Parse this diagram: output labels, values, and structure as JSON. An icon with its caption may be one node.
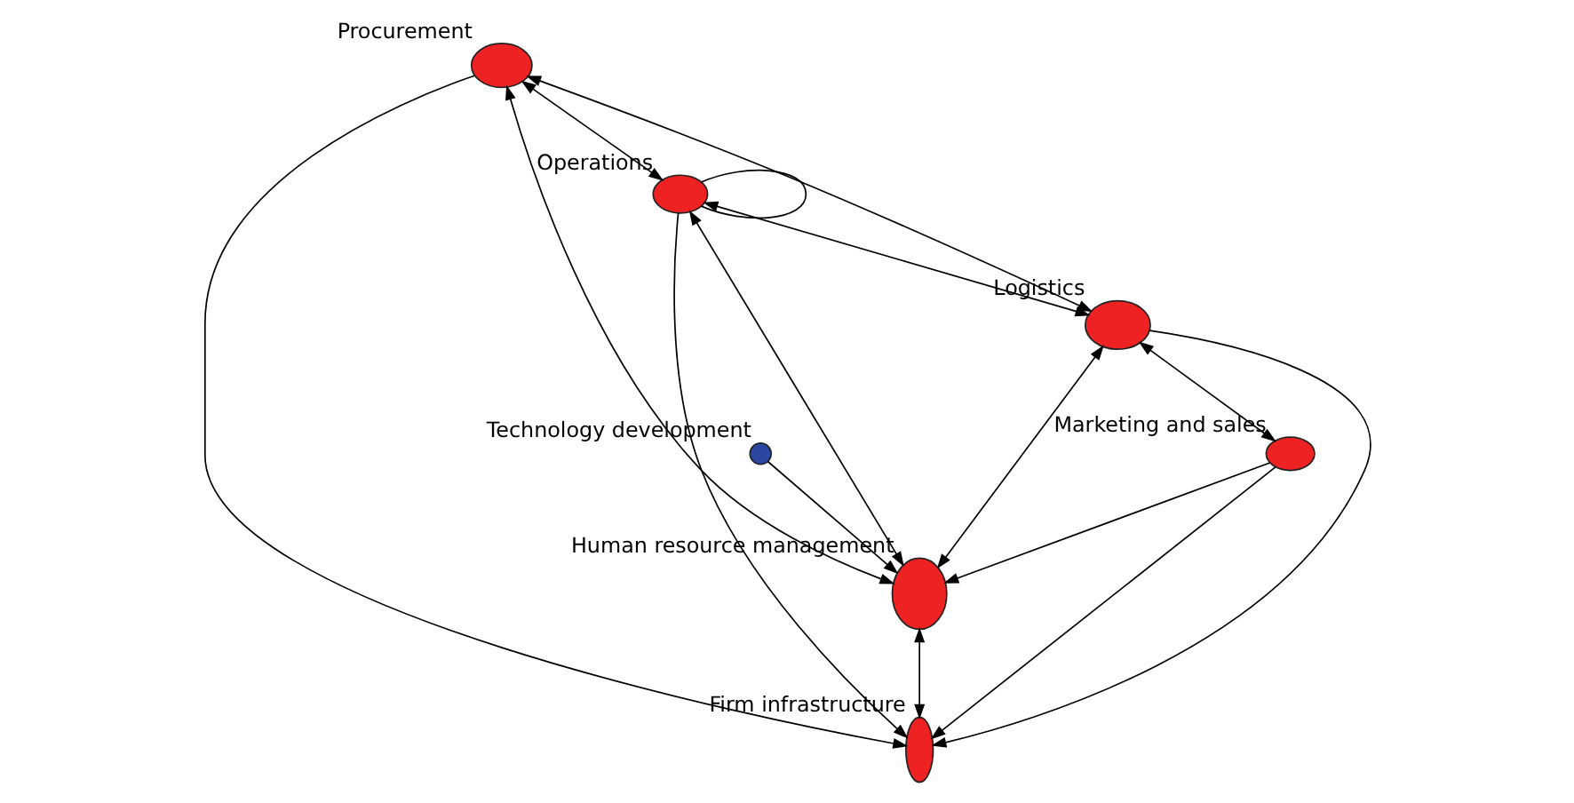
{
  "diagram": {
    "nodes": [
      {
        "text": [
          "Procurement"
        ]
      },
      {
        "text": [
          "Technology development"
        ]
      },
      {
        "text": [
          "Operations"
        ]
      },
      {
        "text": [
          "Human resource management"
        ]
      },
      {
        "text": [
          "Logistics"
        ]
      },
      {
        "text": [
          "Firm infrastructure"
        ]
      },
      {
        "text": [
          "Marketing and sales"
        ]
      }
    ],
    "edges": [
      {
        "from": 0,
        "to": 2,
        "arrow": "both"
      },
      {
        "from": 2,
        "to": 2,
        "arrow": "none"
      },
      {
        "from": 2,
        "to": 3,
        "arrow": "both"
      },
      {
        "from": 2,
        "to": 4,
        "arrow": "both"
      },
      {
        "from": 0,
        "to": 3,
        "arrow": "both"
      },
      {
        "from": 0,
        "to": 4,
        "arrow": "both"
      },
      {
        "from": 0,
        "to": 5,
        "arrow": "to"
      },
      {
        "from": 1,
        "to": 3,
        "arrow": "to"
      },
      {
        "from": 4,
        "to": 3,
        "arrow": "both"
      },
      {
        "from": 2,
        "to": 5,
        "arrow": "to"
      },
      {
        "from": 4,
        "to": 5,
        "arrow": "to"
      },
      {
        "from": 3,
        "to": 5,
        "arrow": "both"
      },
      {
        "from": 4,
        "to": 6,
        "arrow": "both"
      },
      {
        "from": 6,
        "to": 3,
        "arrow": "to"
      },
      {
        "from": 6,
        "to": 5,
        "arrow": "to"
      }
    ]
  }
}
